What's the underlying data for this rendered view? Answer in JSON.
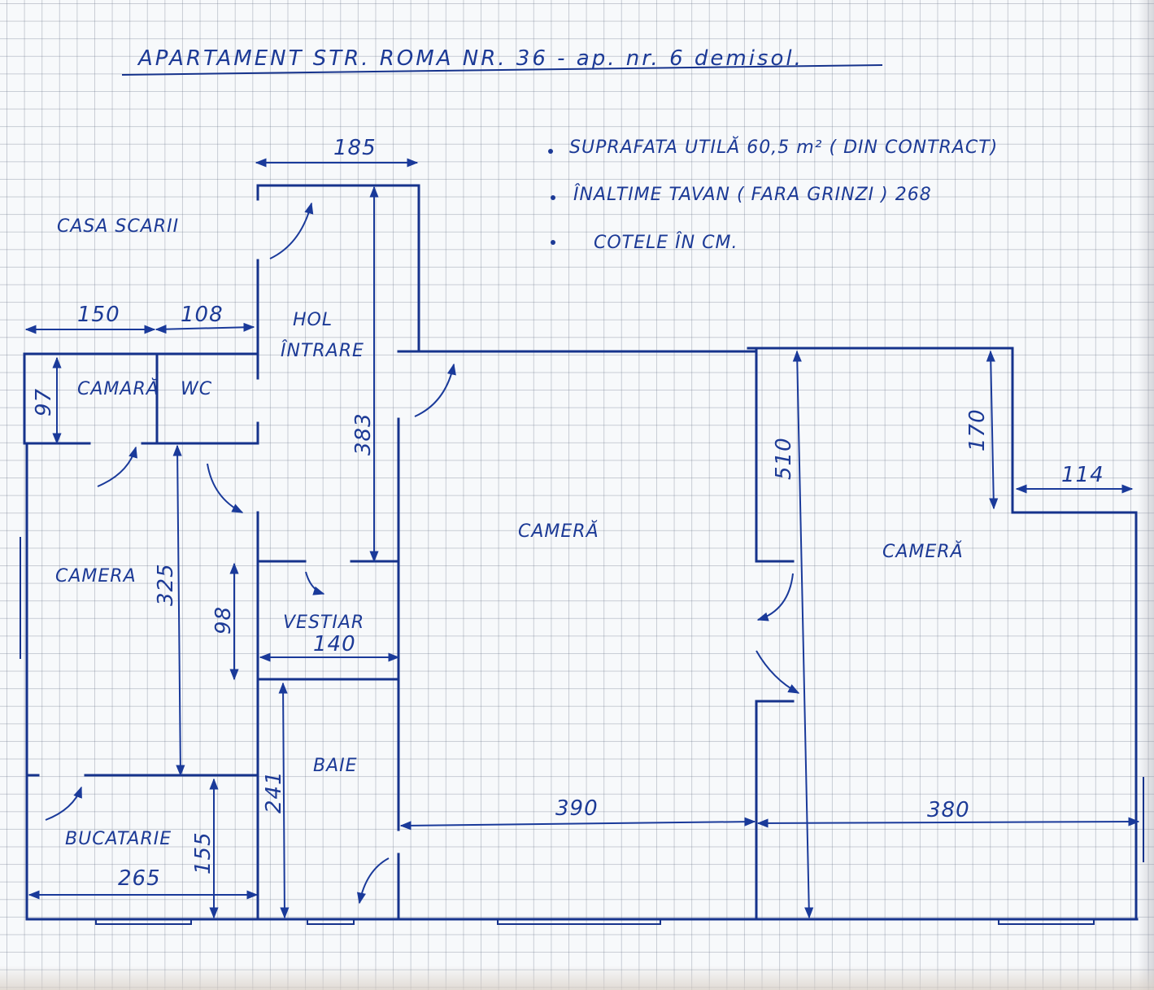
{
  "title": "APARTAMENT   STR. ROMA   NR. 36  - ap. nr. 6 demisol.",
  "notes": [
    "SUPRAFATA UTILĂ   60,5 m² ( DIN CONTRACT)",
    "ÎNALTIME TAVAN ( FARA GRINZI ) 268",
    "COTELE ÎN CM."
  ],
  "rooms": {
    "casa_scarii": "CASA SCARII",
    "hol": "HOL",
    "intrare": "ÎNTRARE",
    "camara": "CAMARĂ",
    "wc": "WC",
    "camera_left": "CAMERA",
    "vestiar": "VESTIAR",
    "baie": "BAIE",
    "bucatarie": "BUCATARIE",
    "camera_center": "CAMERĂ",
    "camera_right": "CAMERĂ"
  },
  "dimensions": {
    "hol_width": "185",
    "camara_width": "150",
    "wc_width": "108",
    "camara_depth": "97",
    "hol_length": "383",
    "camera_left_length": "325",
    "vestiar_depth": "98",
    "vestiar_width": "140",
    "baie_length": "241",
    "bucatarie_depth": "155",
    "bucatarie_width": "265",
    "camera_center_length": "510",
    "camera_center_width": "390",
    "alcove_depth": "170",
    "alcove_width": "114",
    "camera_right_width": "380"
  },
  "colors": {
    "ink": "#1c3a96",
    "paper": "#f7f9fb",
    "grid": "#8a93a6"
  }
}
